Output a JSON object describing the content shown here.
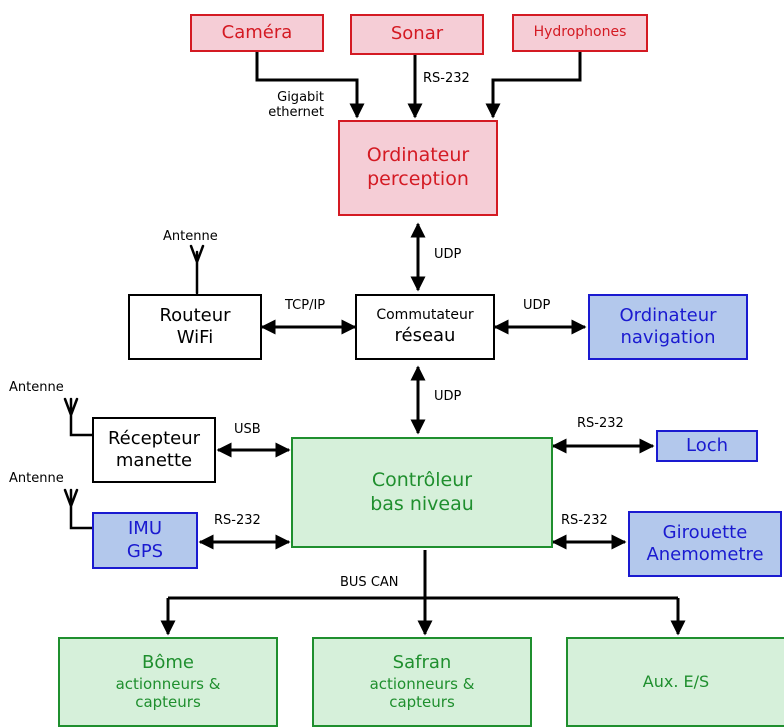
{
  "nodes": {
    "camera": "Caméra",
    "sonar": "Sonar",
    "hydrophones": "Hydrophones",
    "perception_l1": "Ordinateur",
    "perception_l2": "perception",
    "router_l1": "Routeur",
    "router_l2": "WiFi",
    "switch_l1": "Commutateur",
    "switch_l2": "réseau",
    "navigation_l1": "Ordinateur",
    "navigation_l2": "navigation",
    "receiver_l1": "Récepteur",
    "receiver_l2": "manette",
    "controller_l1": "Contrôleur",
    "controller_l2": "bas niveau",
    "loch": "Loch",
    "imu_l1": "IMU",
    "imu_l2": "GPS",
    "vane_l1": "Girouette",
    "vane_l2": "Anemometre",
    "boom_l1": "Bôme",
    "boom_l2": "actionneurs &",
    "boom_l3": "capteurs",
    "rudder_l1": "Safran",
    "rudder_l2": "actionneurs &",
    "rudder_l3": "capteurs",
    "aux": "Aux. E/S"
  },
  "links": {
    "gigabit_l1": "Gigabit",
    "gigabit_l2": "ethernet",
    "rs232_sonar": "RS-232",
    "udp_perception": "UDP",
    "tcpip": "TCP/IP",
    "udp_navigation": "UDP",
    "udp_controller": "UDP",
    "usb": "USB",
    "rs232_loch": "RS-232",
    "rs232_imu": "RS-232",
    "rs232_vane": "RS-232",
    "bus_can": "BUS CAN"
  },
  "antennas": {
    "router": "Antenne",
    "receiver": "Antenne",
    "imu": "Antenne"
  },
  "colors": {
    "perception_fill": "#f5cdd6",
    "perception_stroke": "#d41a23",
    "navigation_fill": "#b3c8ec",
    "navigation_stroke": "#1a1ad0",
    "actuator_fill": "#d6f0da",
    "actuator_stroke": "#1f8f2e"
  }
}
